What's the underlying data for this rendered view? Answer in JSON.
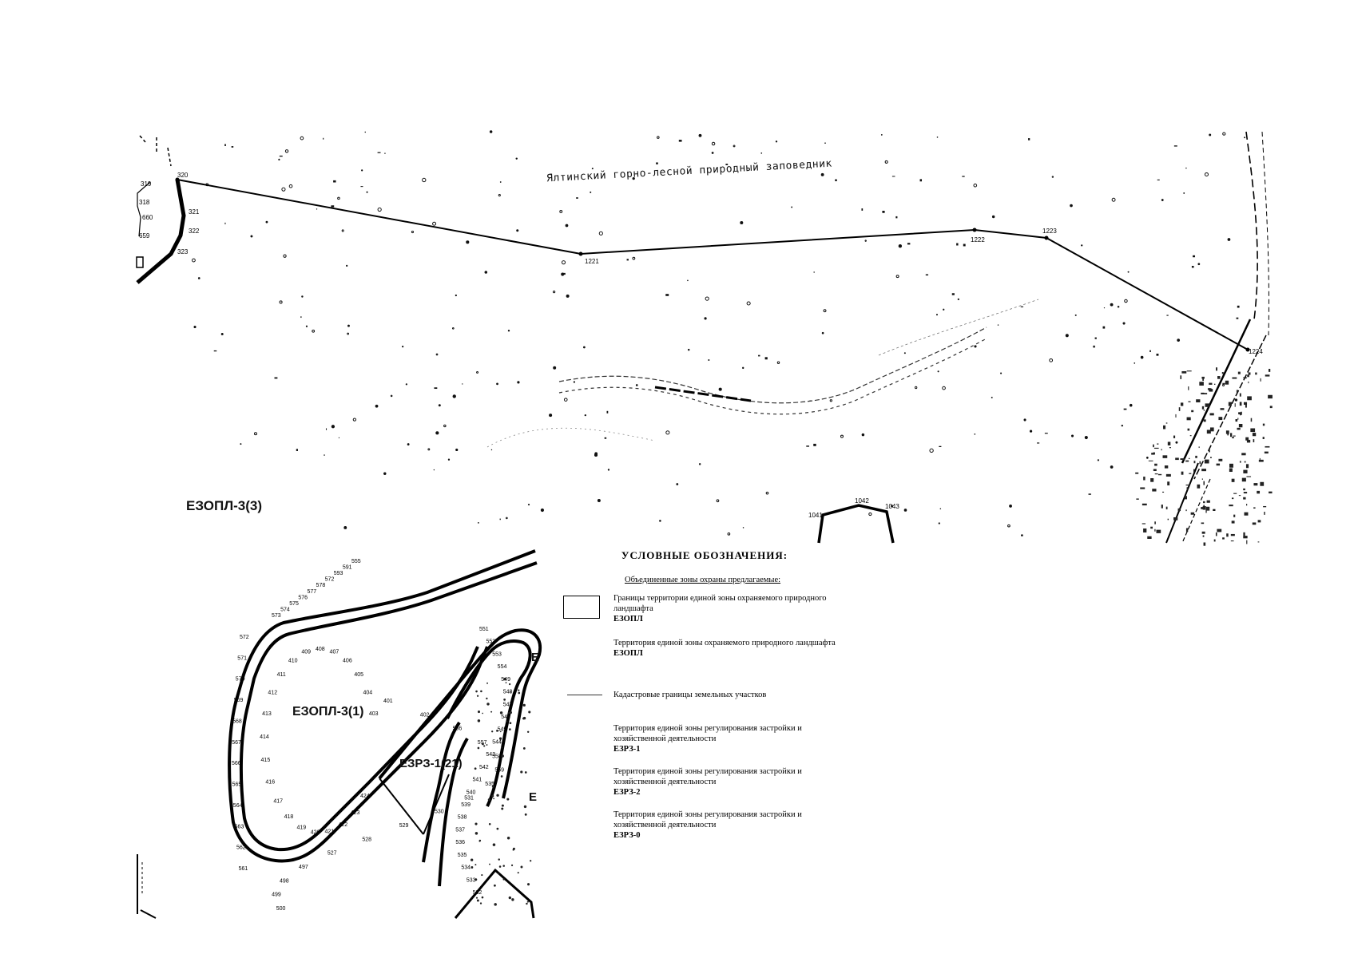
{
  "reserve_name": "Ялтинский горно-лесной природный заповедник",
  "zone_labels": {
    "ezopl_3_3": "ЕЗОПЛ-3(3)",
    "ezopl_3_1": "ЕЗОПЛ-3(1)",
    "ezrz_1_21": "ЕЗРЗ-1(21)",
    "edge_e1": "Е",
    "edge_e2": "Е"
  },
  "upper_boundary_points": [
    "320",
    "321",
    "322",
    "323",
    "1221",
    "1222",
    "1223",
    "1224"
  ],
  "left_edge_points": [
    "319",
    "318",
    "660",
    "659"
  ],
  "bottom_points": [
    "1041",
    "1042",
    "1043"
  ],
  "inset_points": {
    "outer_top": [
      "555",
      "591",
      "593",
      "572",
      "578",
      "577",
      "576",
      "575",
      "574",
      "573"
    ],
    "outer_left": [
      "572",
      "571",
      "570",
      "569",
      "568",
      "567",
      "566",
      "565",
      "564",
      "563",
      "562",
      "561"
    ],
    "inner_loop": [
      "403",
      "404",
      "405",
      "406",
      "407",
      "408",
      "409",
      "410",
      "411",
      "412",
      "413",
      "414",
      "415",
      "416",
      "417",
      "418",
      "419",
      "420",
      "421",
      "422",
      "423",
      "424"
    ],
    "east_loop": [
      "551",
      "552",
      "553",
      "554",
      "549",
      "548",
      "547",
      "546",
      "545",
      "544",
      "543",
      "542",
      "541",
      "540",
      "539",
      "538",
      "537",
      "536",
      "535",
      "534",
      "533",
      "532"
    ],
    "misc": [
      "401",
      "402",
      "556",
      "557",
      "558",
      "559",
      "535",
      "531",
      "530",
      "529",
      "528",
      "527",
      "497",
      "498",
      "499",
      "500"
    ]
  },
  "legend": {
    "title": "УСЛОВНЫЕ ОБОЗНАЧЕНИЯ:",
    "subtitle": "Объединенные зоны охраны предлагаемые:",
    "entries": [
      {
        "text": "Границы территории единой зоны охраняемого природного ландшафта",
        "code": "ЕЗОПЛ"
      },
      {
        "text": "Территория единой зоны охраняемого природного ландшафта",
        "code": "ЕЗОПЛ"
      },
      {
        "text": "Кадастровые границы земельных участков",
        "code": ""
      },
      {
        "text": "Территория единой зоны регулирования застройки и хозяйственной деятельности",
        "code": "ЕЗРЗ-1"
      },
      {
        "text": "Территория единой зоны регулирования застройки и хозяйственной деятельности",
        "code": "ЕЗРЗ-2"
      },
      {
        "text": "Территория единой зоны регулирования застройки и хозяйственной деятельности",
        "code": "ЕЗРЗ-0"
      }
    ]
  },
  "colors": {
    "ink": "#000000",
    "paper": "#ffffff",
    "faint": "#555555"
  }
}
